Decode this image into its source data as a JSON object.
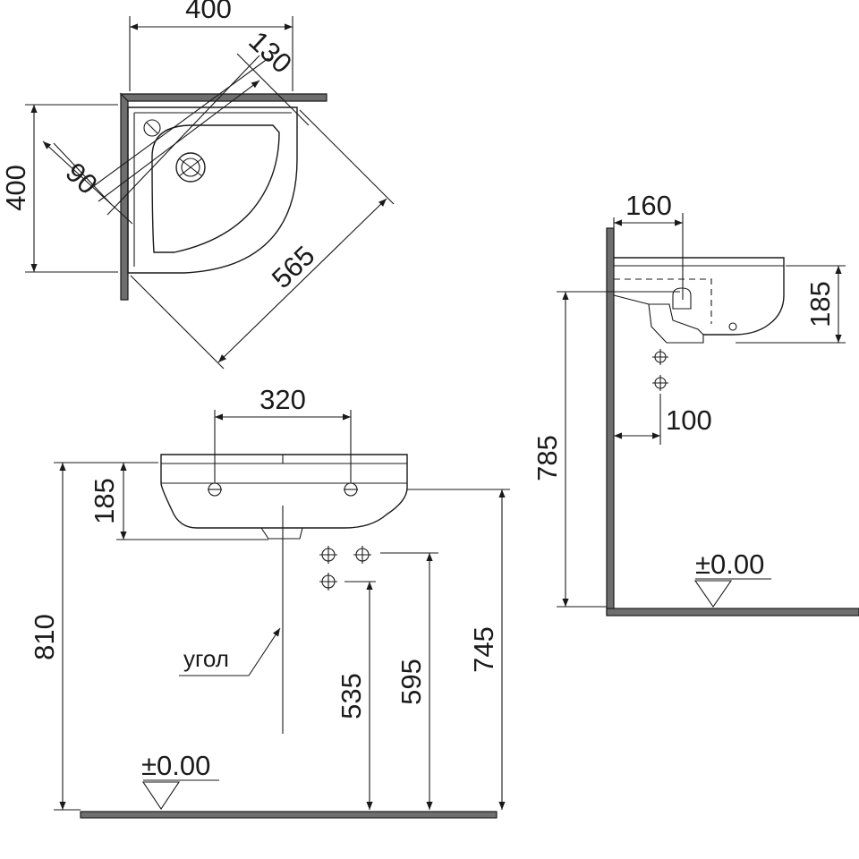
{
  "top_view": {
    "width": "400",
    "depth": "400",
    "tap_offset": "130",
    "hole_offset": "90",
    "diagonal": "565"
  },
  "front_view": {
    "tap_spacing": "320",
    "basin_height": "185",
    "rim_height": "810",
    "supply_low": "535",
    "supply_high": "595",
    "basin_bottom": "745",
    "corner_label": "угол",
    "floor_level": "±0.00"
  },
  "side_view": {
    "projection": "160",
    "basin_height": "185",
    "rim_height": "785",
    "supply_offset": "100",
    "floor_level": "±0.00"
  }
}
